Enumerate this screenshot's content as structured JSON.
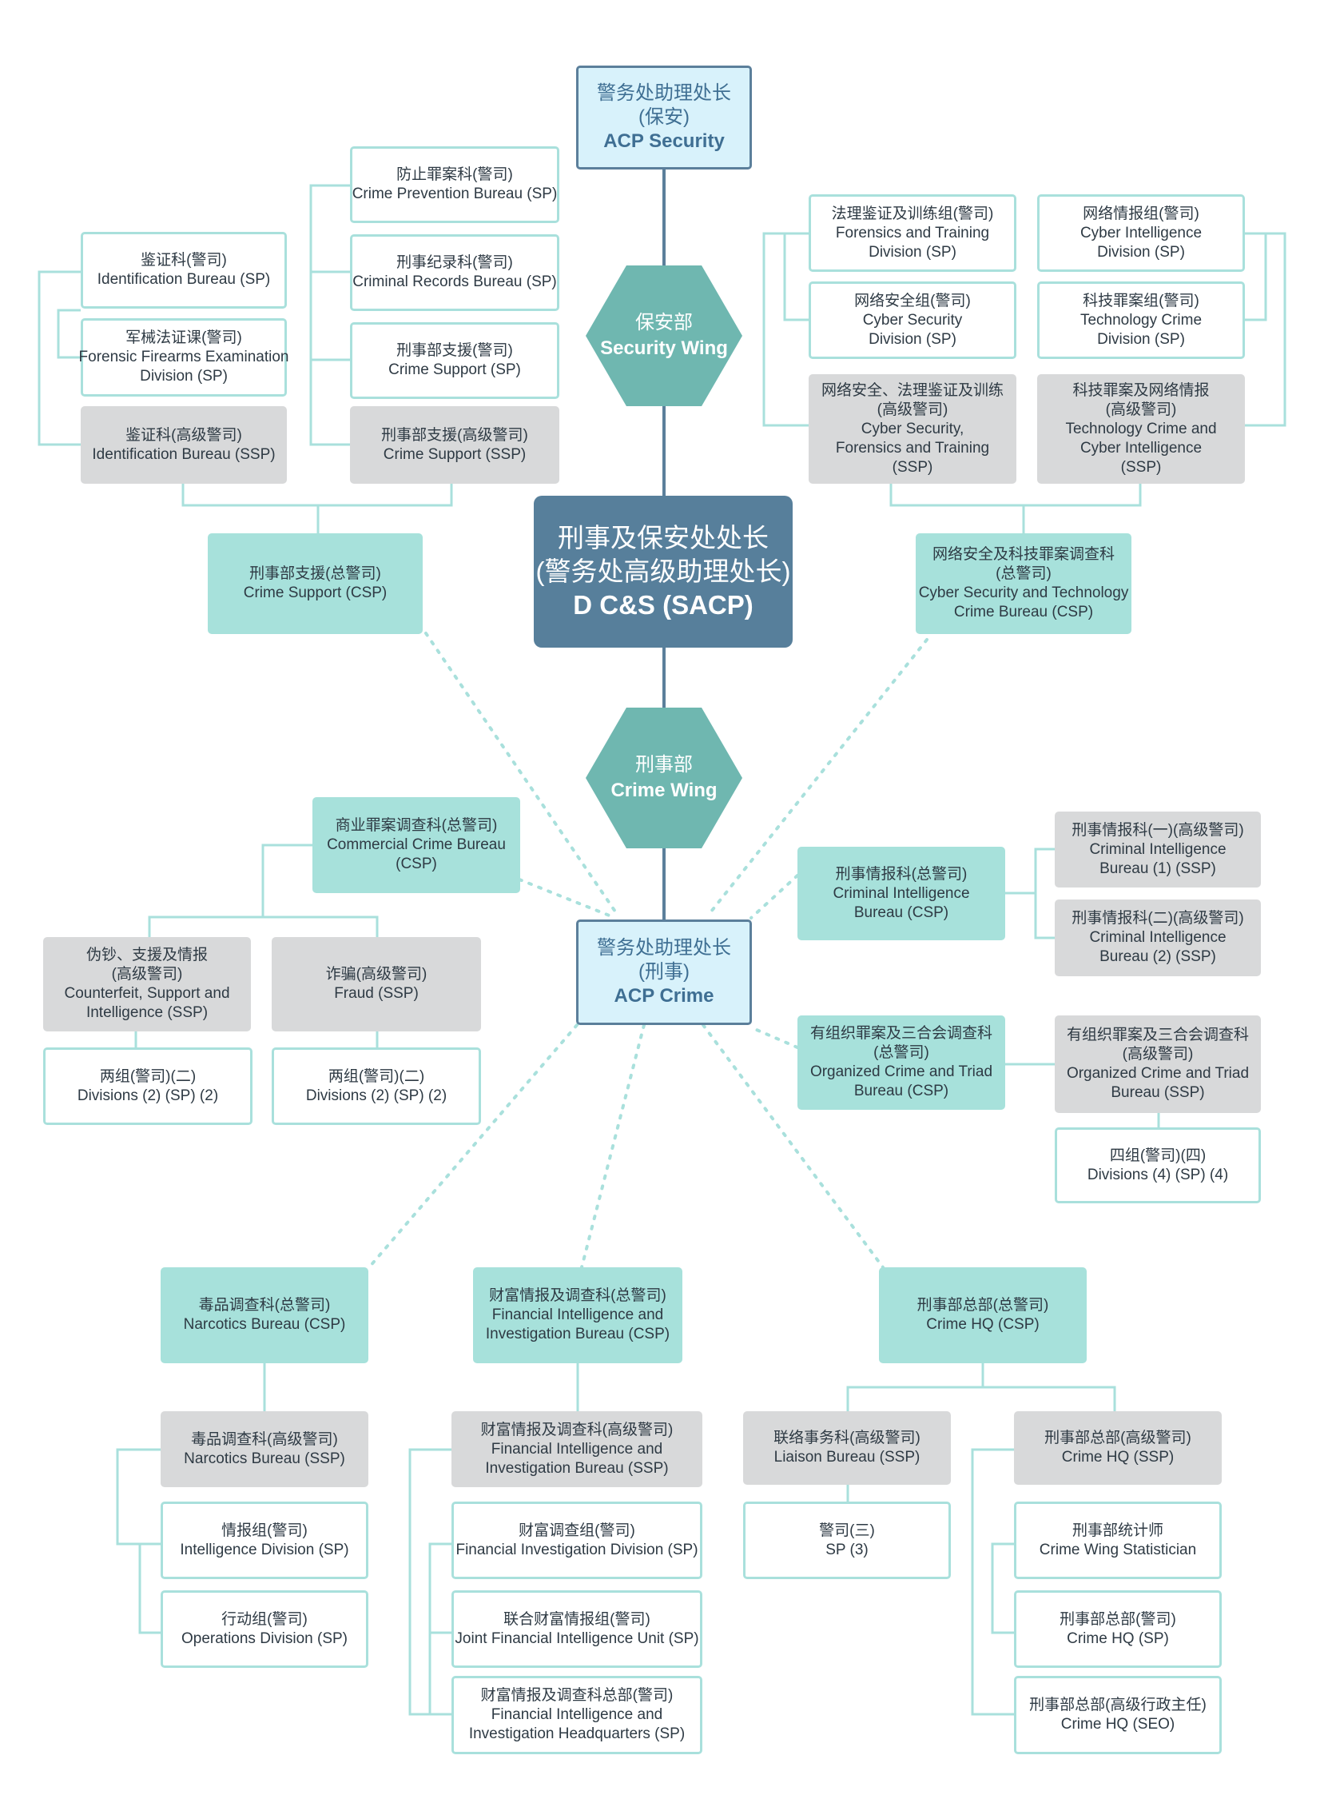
{
  "director": {
    "zh1": "刑事及保安处处长",
    "zh2": "(警务处高级助理处长)",
    "en": "D C&S (SACP)"
  },
  "acp_security": {
    "zh1": "警务处助理处长",
    "zh2": "(保安)",
    "en": "ACP Security"
  },
  "acp_crime": {
    "zh1": "警务处助理处长",
    "zh2": "(刑事)",
    "en": "ACP Crime"
  },
  "security_wing": {
    "zh": "保安部",
    "en": "Security Wing"
  },
  "crime_wing": {
    "zh": "刑事部",
    "en": "Crime Wing"
  },
  "nodes": {
    "crime_prevention_sp": {
      "l1": "防止罪案科(警司)",
      "l2": "Crime Prevention Bureau (SP)"
    },
    "criminal_records_sp": {
      "l1": "刑事纪录科(警司)",
      "l2": "Criminal Records Bureau (SP)"
    },
    "crime_support_sp": {
      "l1": "刑事部支援(警司)",
      "l2": "Crime Support (SP)"
    },
    "crime_support_ssp": {
      "l1": "刑事部支援(高级警司)",
      "l2": "Crime Support (SSP)"
    },
    "identification_sp": {
      "l1": "鉴证科(警司)",
      "l2": "Identification Bureau (SP)"
    },
    "forensic_firearms_sp": {
      "l1": "军械法证课(警司)",
      "l2": "Forensic Firearms Examination",
      "l3": "Division (SP)"
    },
    "identification_ssp": {
      "l1": "鉴证科(高级警司)",
      "l2": "Identification Bureau (SSP)"
    },
    "crime_support_csp": {
      "l1": "刑事部支援(总警司)",
      "l2": "Crime Support (CSP)"
    },
    "forensics_training_sp": {
      "l1": "法理鉴证及训练组(警司)",
      "l2": "Forensics and Training",
      "l3": "Division (SP)"
    },
    "cyber_security_sp": {
      "l1": "网络安全组(警司)",
      "l2": "Cyber Security",
      "l3": "Division (SP)"
    },
    "cyber_intel_sp": {
      "l1": "网络情报组(警司)",
      "l2": "Cyber Intelligence",
      "l3": "Division (SP)"
    },
    "tech_crime_sp": {
      "l1": "科技罪案组(警司)",
      "l2": "Technology Crime",
      "l3": "Division (SP)"
    },
    "cyber_forensics_ssp": {
      "l1": "网络安全、法理鉴证及训练",
      "l2": "(高级警司)",
      "l3": "Cyber Security,",
      "l4": "Forensics and Training",
      "l5": "(SSP)"
    },
    "tech_cyber_intel_ssp": {
      "l1": "科技罪案及网络情报",
      "l2": "(高级警司)",
      "l3": "Technology Crime and",
      "l4": "Cyber Intelligence",
      "l5": "(SSP)"
    },
    "cyber_tech_csp": {
      "l1": "网络安全及科技罪案调查科",
      "l2": "(总警司)",
      "l3": "Cyber Security and Technology",
      "l4": "Crime Bureau (CSP)"
    },
    "commercial_crime_csp": {
      "l1": "商业罪案调查科(总警司)",
      "l2": "Commercial Crime Bureau",
      "l3": "(CSP)"
    },
    "counterfeit_ssp": {
      "l1": "伪钞、支援及情报",
      "l2": "(高级警司)",
      "l3": "Counterfeit, Support and",
      "l4": "Intelligence (SSP)"
    },
    "fraud_ssp": {
      "l1": "诈骗(高级警司)",
      "l2": "Fraud (SSP)"
    },
    "divisions_a": {
      "l1": "两组(警司)(二)",
      "l2": "Divisions (2) (SP) (2)"
    },
    "divisions_b": {
      "l1": "两组(警司)(二)",
      "l2": "Divisions (2) (SP) (2)"
    },
    "criminal_intel_csp": {
      "l1": "刑事情报科(总警司)",
      "l2": "Criminal Intelligence",
      "l3": "Bureau (CSP)"
    },
    "criminal_intel_1_ssp": {
      "l1": "刑事情报科(一)(高级警司)",
      "l2": "Criminal Intelligence",
      "l3": "Bureau (1) (SSP)"
    },
    "criminal_intel_2_ssp": {
      "l1": "刑事情报科(二)(高级警司)",
      "l2": "Criminal Intelligence",
      "l3": "Bureau (2) (SSP)"
    },
    "organized_crime_csp": {
      "l1": "有组织罪案及三合会调查科",
      "l2": "(总警司)",
      "l3": "Organized Crime and Triad",
      "l4": "Bureau (CSP)"
    },
    "organized_crime_ssp": {
      "l1": "有组织罪案及三合会调查科",
      "l2": "(高级警司)",
      "l3": "Organized Crime and Triad",
      "l4": "Bureau (SSP)"
    },
    "divisions_4": {
      "l1": "四组(警司)(四)",
      "l2": "Divisions (4) (SP) (4)"
    },
    "narcotics_csp": {
      "l1": "毒品调查科(总警司)",
      "l2": "Narcotics Bureau (CSP)"
    },
    "narcotics_ssp": {
      "l1": "毒品调查科(高级警司)",
      "l2": "Narcotics Bureau (SSP)"
    },
    "intelligence_div_sp": {
      "l1": "情报组(警司)",
      "l2": "Intelligence Division (SP)"
    },
    "operations_div_sp": {
      "l1": "行动组(警司)",
      "l2": "Operations Division (SP)"
    },
    "fin_intel_csp": {
      "l1": "财富情报及调查科(总警司)",
      "l2": "Financial Intelligence and",
      "l3": "Investigation Bureau (CSP)"
    },
    "fin_intel_ssp": {
      "l1": "财富情报及调查科(高级警司)",
      "l2": "Financial Intelligence and",
      "l3": "Investigation Bureau (SSP)"
    },
    "fin_investigation_sp": {
      "l1": "财富调查组(警司)",
      "l2": "Financial Investigation Division (SP)"
    },
    "joint_fin_intel_sp": {
      "l1": "联合财富情报组(警司)",
      "l2": "Joint Financial Intelligence Unit (SP)"
    },
    "fin_intel_hq_sp": {
      "l1": "财富情报及调查科总部(警司)",
      "l2": "Financial Intelligence and",
      "l3": "Investigation Headquarters (SP)"
    },
    "crime_hq_csp": {
      "l1": "刑事部总部(总警司)",
      "l2": "Crime HQ (CSP)"
    },
    "liaison_ssp": {
      "l1": "联络事务科(高级警司)",
      "l2": "Liaison Bureau (SSP)"
    },
    "crime_hq_ssp": {
      "l1": "刑事部总部(高级警司)",
      "l2": "Crime HQ (SSP)"
    },
    "sp3": {
      "l1": "警司(三)",
      "l2": "SP (3)"
    },
    "statistician": {
      "l1": "刑事部统计师",
      "l2": "Crime Wing Statistician"
    },
    "crime_hq_sp": {
      "l1": "刑事部总部(警司)",
      "l2": "Crime HQ (SP)"
    },
    "crime_hq_seo": {
      "l1": "刑事部总部(高级行政主任)",
      "l2": "Crime HQ (SEO)"
    }
  },
  "colors": {
    "teal_line": "#a9e0dc",
    "spine": "#5b7f9b",
    "csp_fill": "#a7e1db",
    "ssp_fill": "#d8d9da",
    "hex_fill": "#6fb7b0",
    "director_fill": "#577f9b",
    "acp_fill": "#d8f2fb"
  }
}
